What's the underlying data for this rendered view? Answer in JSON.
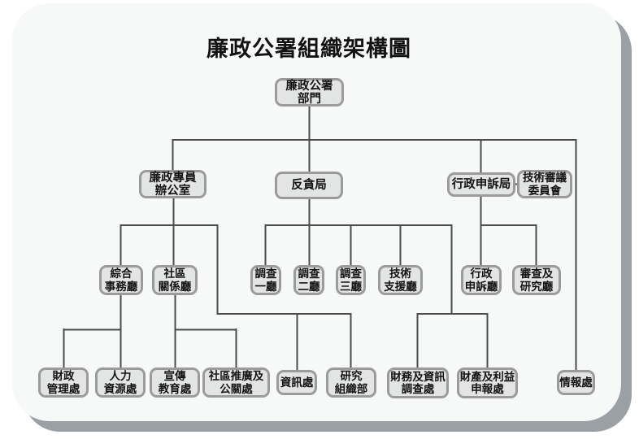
{
  "title": "廉政公署組織架構圖",
  "nodes": {
    "root": {
      "lines": [
        "廉政公署",
        "部門"
      ]
    },
    "commissioner_office": {
      "lines": [
        "廉政專員",
        "辦公室"
      ]
    },
    "anti_corruption_bureau": {
      "lines": [
        "反貪局"
      ]
    },
    "admin_complaints_bureau": {
      "lines": [
        "行政申訴局"
      ]
    },
    "technical_review_committee": {
      "lines": [
        "技術審議",
        "委員會"
      ]
    },
    "general_affairs_dept": {
      "lines": [
        "綜合",
        "事務廳"
      ]
    },
    "community_relations_dept": {
      "lines": [
        "社區",
        "關係廳"
      ]
    },
    "investigation_dept_1": {
      "lines": [
        "調查",
        "一廳"
      ]
    },
    "investigation_dept_2": {
      "lines": [
        "調查",
        "二廳"
      ]
    },
    "investigation_dept_3": {
      "lines": [
        "調查",
        "三廳"
      ]
    },
    "technical_support_dept": {
      "lines": [
        "技術",
        "支援廳"
      ]
    },
    "admin_complaints_dept": {
      "lines": [
        "行政",
        "申訴廳"
      ]
    },
    "review_research_dept": {
      "lines": [
        "審查及",
        "研究廳"
      ]
    },
    "finance_management_div": {
      "lines": [
        "財政",
        "管理處"
      ]
    },
    "human_resources_div": {
      "lines": [
        "人力",
        "資源處"
      ]
    },
    "publicity_education_div": {
      "lines": [
        "宣傳",
        "教育處"
      ]
    },
    "community_promotion_pr_div": {
      "lines": [
        "社區推廣及",
        "公關處"
      ]
    },
    "information_div": {
      "lines": [
        "資訊處"
      ]
    },
    "research_organization_div": {
      "lines": [
        "研究",
        "組織部"
      ]
    },
    "financial_it_investigation_div": {
      "lines": [
        "財務及資訊",
        "調查處"
      ]
    },
    "property_interests_declaration_div": {
      "lines": [
        "財產及利益",
        "申報處"
      ]
    },
    "intelligence_div": {
      "lines": [
        "情報處"
      ]
    }
  },
  "colors": {
    "card_background": "#f7f8f8",
    "card_shadow": "#9aa0a3",
    "box_background": "#e3e4e4",
    "box_border": "#9b9b9b",
    "connector_line": "#4b4b4b",
    "text": "#141414"
  }
}
